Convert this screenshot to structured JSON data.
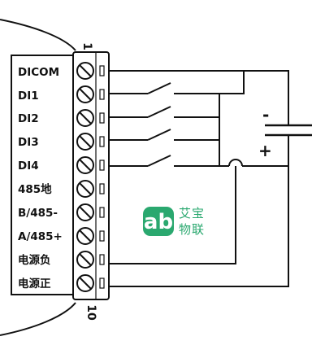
{
  "terminal_block": {
    "first_pin_number": "1",
    "last_pin_number": "10",
    "pins": [
      "DICOM",
      "DI1",
      "DI2",
      "DI3",
      "DI4",
      "485地",
      "B/485-",
      "A/485+",
      "电源负",
      "电源正"
    ]
  },
  "power_source": {
    "negative_mark": "-",
    "positive_mark": "+"
  },
  "logo": {
    "mark": "ab",
    "name_line1": "艾宝",
    "name_line2": "物联",
    "color": "#2aa86f"
  },
  "colors": {
    "line": "#111111",
    "block_fill": "#ffffff"
  }
}
